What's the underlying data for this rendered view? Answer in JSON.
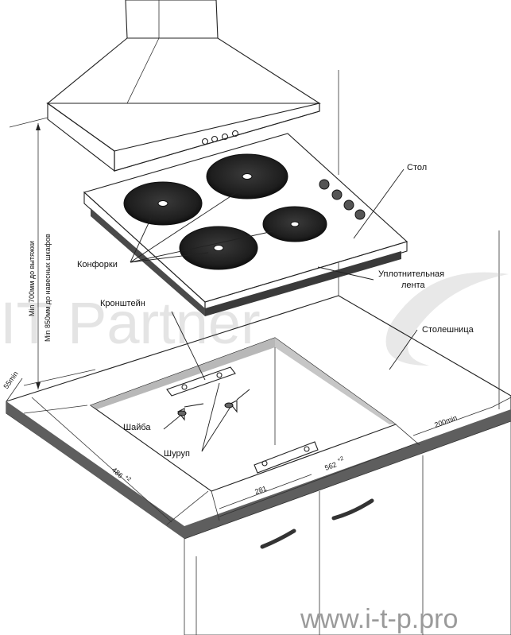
{
  "labels": {
    "stol": "Стол",
    "konforki": "Конфорки",
    "uplot_1": "Уплотнительная",
    "uplot_2": "лента",
    "kronshtein": "Кронштейн",
    "stoleshnitsa": "Столешница",
    "shaiba": "Шайба",
    "shurup": "Шуруп"
  },
  "dimensions": {
    "min_hood": "Min 700мм до вытяжки",
    "min_cabinets": "Min 850мм до навесных шкафов",
    "d55": "55min",
    "d200": "200min",
    "d486": "486",
    "d486_tol": "+2",
    "d562": "562",
    "d562_tol": "+2",
    "d281": "281"
  },
  "watermark": {
    "brand": "IT Partner",
    "url": "www.i-t-p.pro"
  },
  "colors": {
    "hood": "#e6e6e6",
    "hob": "#f2f2f2",
    "burner": "#2a2a2a",
    "countertop": "#8a8a8a",
    "countertop_edge": "#6f6f6f",
    "cabinet": "#f4f4f4",
    "cutout": "#eaeaea"
  }
}
